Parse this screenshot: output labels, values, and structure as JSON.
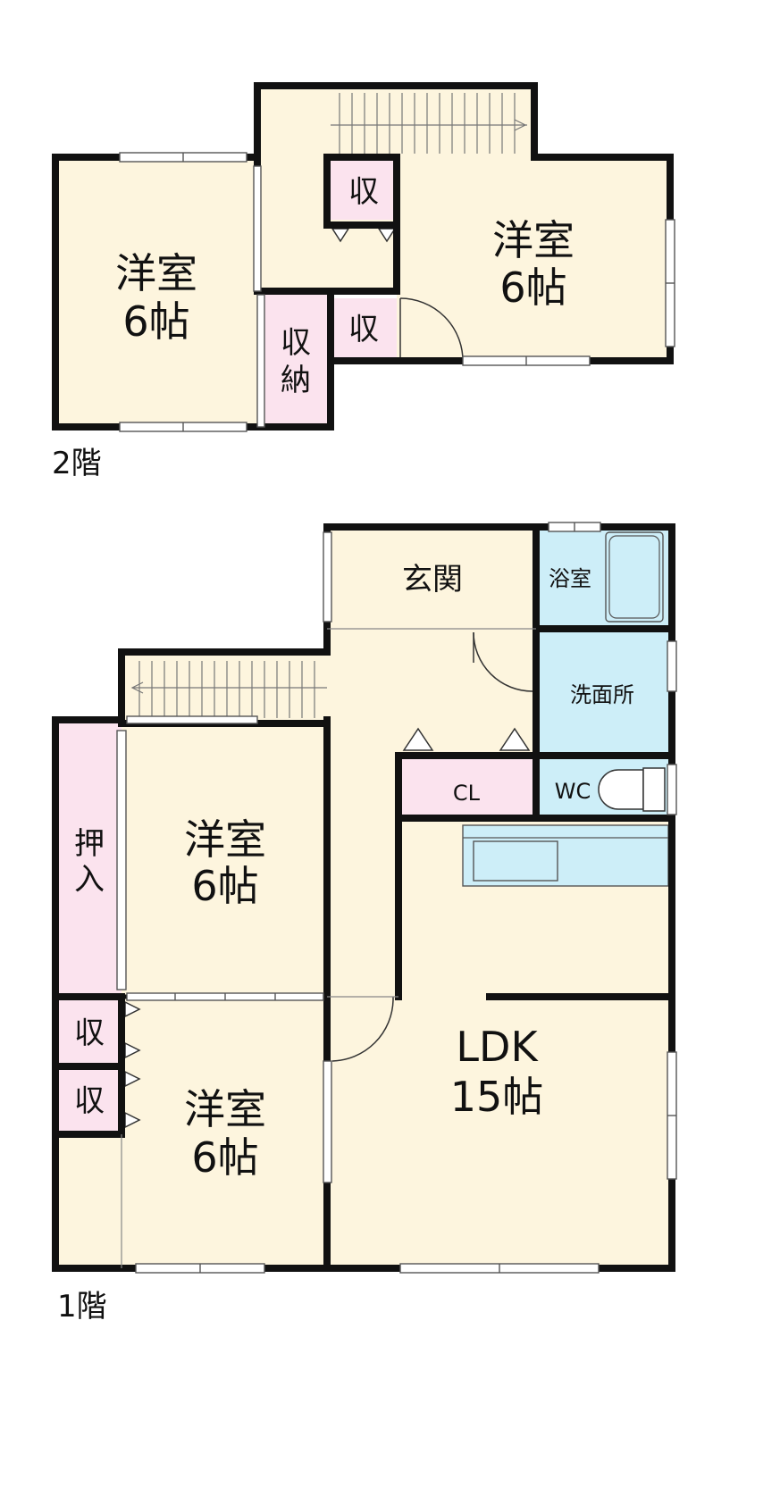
{
  "colors": {
    "room_fill": "#fdf5de",
    "storage_fill": "#fbe3ee",
    "wet_fill": "#cdeef8",
    "wall": "#111111",
    "fixture_line": "#555555"
  },
  "floor2": {
    "label": "2階",
    "west_room": {
      "name": "洋室",
      "size": "6帖"
    },
    "east_room": {
      "name": "洋室",
      "size": "6帖"
    },
    "closet_upper": "収",
    "closet_lower": "収",
    "closet_storage": "収納"
  },
  "floor1": {
    "label": "1階",
    "entrance": "玄関",
    "bath": "浴室",
    "washroom": "洗面所",
    "toilet": "WC",
    "closet_cl": "CL",
    "oshiire": "押入",
    "room_north": {
      "name": "洋室",
      "size": "6帖"
    },
    "room_south": {
      "name": "洋室",
      "size": "6帖"
    },
    "closet_a": "収",
    "closet_b": "収",
    "ldk": {
      "name": "LDK",
      "size": "15帖"
    }
  }
}
